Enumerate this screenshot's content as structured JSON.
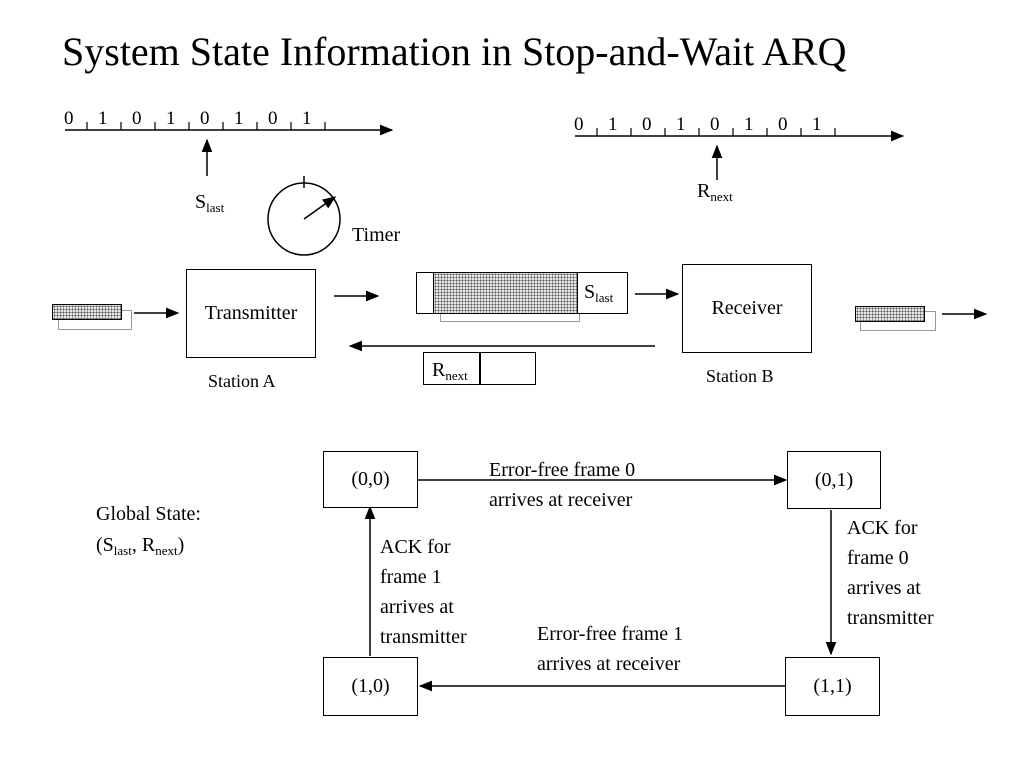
{
  "title": "System State Information in Stop-and-Wait ARQ",
  "sender_sequence": [
    "0",
    "1",
    "0",
    "1",
    "0",
    "1",
    "0",
    "1"
  ],
  "receiver_sequence": [
    "0",
    "1",
    "0",
    "1",
    "0",
    "1",
    "0",
    "1"
  ],
  "pointers": {
    "s_main": "S",
    "s_sub": "last",
    "r_main": "R",
    "r_sub": "next"
  },
  "timer_label": "Timer",
  "stations": {
    "transmitter": "Transmitter",
    "receiver": "Receiver",
    "station_a": "Station A",
    "station_b": "Station B"
  },
  "frame_label": {
    "main": "S",
    "sub": "last"
  },
  "ack_label": {
    "main": "R",
    "sub": "next"
  },
  "global_state": {
    "line1": "Global State:",
    "open": "(S",
    "s_sub": "last",
    "comma": ", R",
    "r_sub": "next",
    "close": ")"
  },
  "states": {
    "s00": "(0,0)",
    "s01": "(0,1)",
    "s11": "(1,1)",
    "s10": "(1,0)"
  },
  "transitions": {
    "t1": [
      "Error-free frame 0",
      "arrives at receiver"
    ],
    "t2": [
      "ACK for",
      "frame 0",
      "arrives at",
      "transmitter"
    ],
    "t3": [
      "Error-free frame 1",
      "arrives at receiver"
    ],
    "t4": [
      "ACK for",
      "frame 1",
      "arrives at",
      "transmitter"
    ]
  }
}
